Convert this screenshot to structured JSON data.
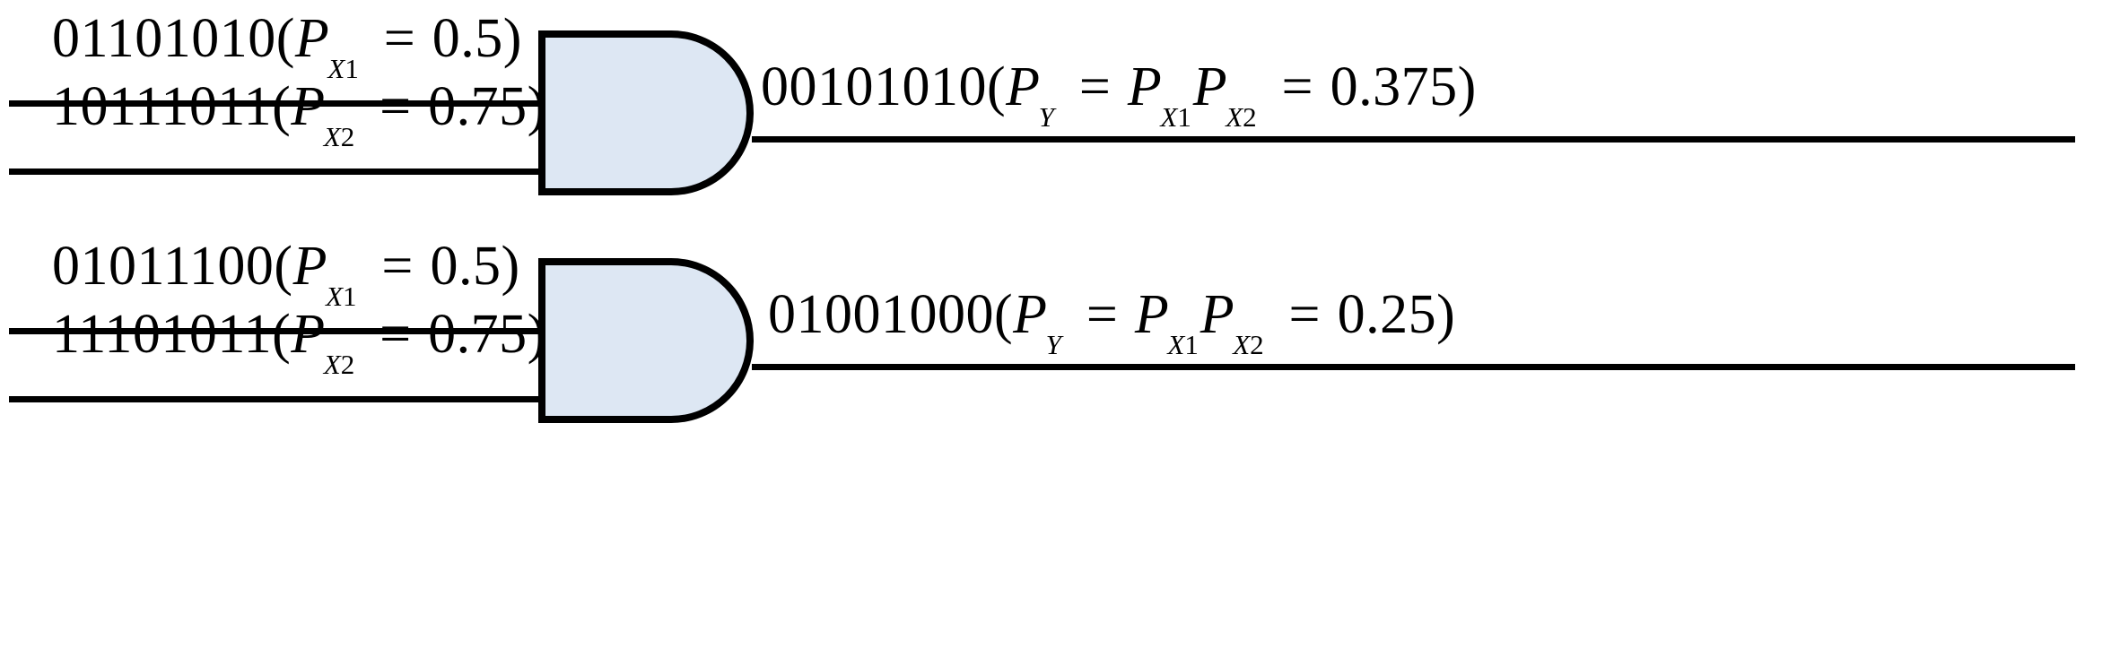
{
  "figure": {
    "type": "logic-circuit-diagram",
    "description": "Two 2-input AND gates annotated with bit streams and signal probabilities",
    "colors": {
      "gate_fill": "#dde7f3",
      "gate_stroke": "#000000",
      "wire": "#000000",
      "background": "#ffffff",
      "text": "#000000"
    }
  },
  "gates": [
    {
      "id": "and-gate-1",
      "name": "AND",
      "inputs": [
        {
          "bits": "01101010",
          "open_paren": "(",
          "symbol": "P",
          "subscript_var": "X",
          "subscript_index": "1",
          "equals": "=",
          "probability": "0.5",
          "close_paren": ")"
        },
        {
          "bits": "10111011",
          "open_paren": "(",
          "symbol": "P",
          "subscript_var": "X",
          "subscript_index": "2",
          "equals": "=",
          "probability": "0.75",
          "close_paren": ")"
        }
      ],
      "output": {
        "bits": "00101010",
        "open_paren": "(",
        "symbol": "P",
        "subscript_index": "Y",
        "equals_1": "=",
        "factor1_symbol": "P",
        "factor1_sub_var": "X",
        "factor1_sub_index": "1",
        "factor2_symbol": "P",
        "factor2_sub_var": "X",
        "factor2_sub_index": "2",
        "equals_2": "=",
        "probability": "0.375",
        "close_paren": ")"
      }
    },
    {
      "id": "and-gate-2",
      "name": "AND",
      "inputs": [
        {
          "bits": "01011100",
          "open_paren": "(",
          "symbol": "P",
          "subscript_var": "X",
          "subscript_index": "1",
          "equals": "=",
          "probability": "0.5",
          "close_paren": ")"
        },
        {
          "bits": "11101011",
          "open_paren": "(",
          "symbol": "P",
          "subscript_var": "X",
          "subscript_index": "2",
          "equals": "=",
          "probability": "0.75",
          "close_paren": ")"
        }
      ],
      "output": {
        "bits": "01001000",
        "open_paren": "(",
        "symbol": "P",
        "subscript_index": "Y",
        "equals_1": "=",
        "factor1_symbol": "P",
        "factor1_sub_var": "X",
        "factor1_sub_index": "1",
        "factor2_symbol": "P",
        "factor2_sub_var": "X",
        "factor2_sub_index": "2",
        "equals_2": "=",
        "probability": "0.25",
        "close_paren": ")"
      }
    }
  ]
}
